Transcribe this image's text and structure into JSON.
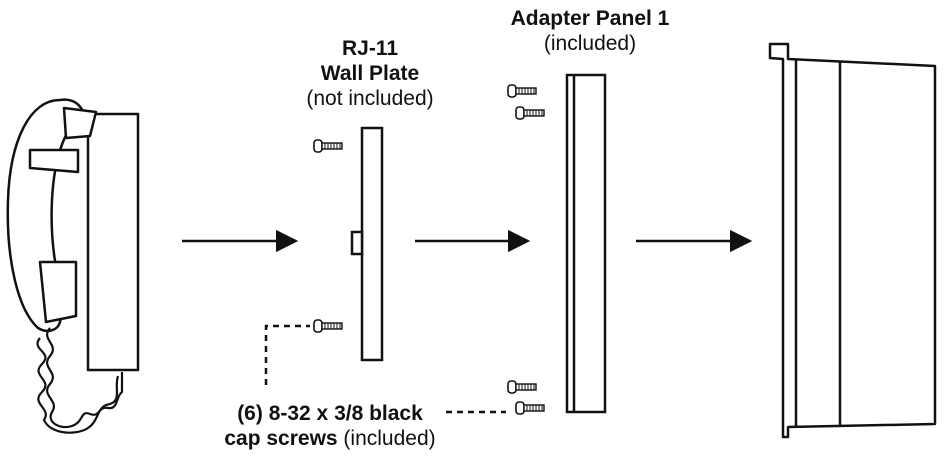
{
  "labels": {
    "rj11": {
      "title_line1": "RJ-11",
      "title_line2": "Wall Plate",
      "note": "(not included)"
    },
    "adapter": {
      "title": "Adapter Panel 1",
      "note": "(included)"
    },
    "screws": {
      "line1": "(6) 8-32 x 3/8 black",
      "line2_bold": "cap screws",
      "line2_note": " (included)"
    }
  },
  "icons": [
    "wall-phone-icon",
    "screw-icon",
    "arrow-right-icon",
    "wall-plate-icon",
    "adapter-panel-icon",
    "housing-box-icon"
  ],
  "colors": {
    "line": "#111111",
    "background": "#ffffff"
  }
}
